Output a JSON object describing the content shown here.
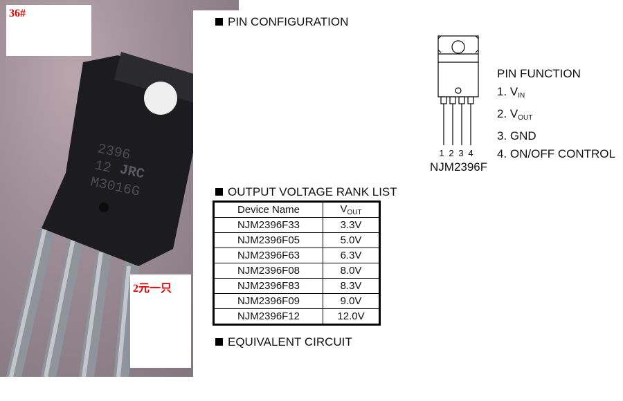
{
  "photo": {
    "marking_lines": [
      "2396",
      "12",
      "JRC",
      "M3016G"
    ],
    "label_top_left": "36#",
    "label_price": "2元一只"
  },
  "pin_configuration": {
    "heading": "PIN CONFIGURATION",
    "pin_numbers": [
      "1",
      "2",
      "3",
      "4"
    ],
    "package_name": "NJM2396F"
  },
  "pin_function": {
    "title": "PIN FUNCTION",
    "items": [
      {
        "num": "1.",
        "main": "V",
        "sub": "IN",
        "rest": ""
      },
      {
        "num": "2.",
        "main": "V",
        "sub": "OUT",
        "rest": ""
      },
      {
        "num": "3.",
        "main": "GND",
        "sub": "",
        "rest": ""
      },
      {
        "num": "4.",
        "main": "ON/OFF CONTROL",
        "sub": "",
        "rest": ""
      }
    ]
  },
  "rank_list": {
    "heading": "OUTPUT VOLTAGE RANK LIST",
    "col_device": "Device Name",
    "col_vout_main": "V",
    "col_vout_sub": "OUT",
    "rows": [
      {
        "device": "NJM2396F33",
        "vout": "3.3V"
      },
      {
        "device": "NJM2396F05",
        "vout": "5.0V"
      },
      {
        "device": "NJM2396F63",
        "vout": "6.3V"
      },
      {
        "device": "NJM2396F08",
        "vout": "8.0V"
      },
      {
        "device": "NJM2396F83",
        "vout": "8.3V"
      },
      {
        "device": "NJM2396F09",
        "vout": "9.0V"
      },
      {
        "device": "NJM2396F12",
        "vout": "12.0V"
      }
    ]
  },
  "equivalent_circuit": {
    "heading": "EQUIVALENT CIRCUIT"
  }
}
